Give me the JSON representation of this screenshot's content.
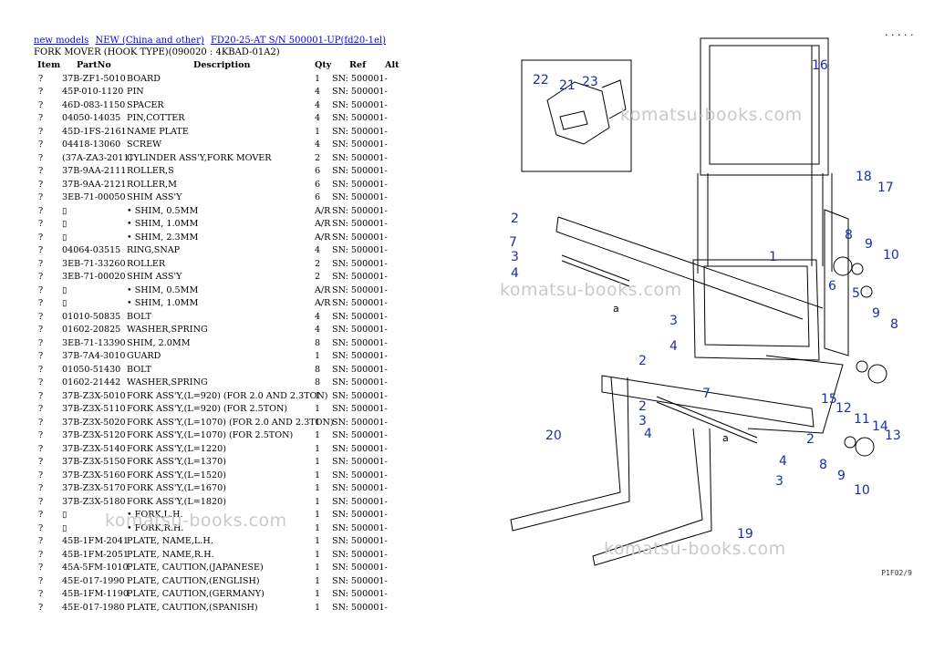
{
  "breadcrumb": {
    "links": [
      "new models",
      "NEW (China and other)",
      "FD20-25-AT S/N 500001-UP(fd20-1el)"
    ]
  },
  "page_title": "FORK MOVER (HOOK TYPE)(090020 : 4KBAD-01A2)",
  "table": {
    "headers": [
      "Item",
      "PartNo",
      "Description",
      "Qty",
      "Ref",
      "Alt"
    ],
    "rows": [
      [
        "?",
        "37B-ZF1-5010",
        "BOARD",
        "1",
        "SN: 500001-",
        ""
      ],
      [
        "?",
        "45P-010-1120",
        "PIN",
        "4",
        "SN: 500001-",
        ""
      ],
      [
        "?",
        "46D-083-1150",
        "SPACER",
        "4",
        "SN: 500001-",
        ""
      ],
      [
        "?",
        "04050-14035",
        "PIN,COTTER",
        "4",
        "SN: 500001-",
        ""
      ],
      [
        "?",
        "45D-1FS-2161",
        "NAME PLATE",
        "1",
        "SN: 500001-",
        ""
      ],
      [
        "?",
        "04418-13060",
        "SCREW",
        "4",
        "SN: 500001-",
        ""
      ],
      [
        "?",
        "(37A-ZA3-2011)",
        "CYLINDER ASS'Y,FORK MOVER",
        "2",
        "SN: 500001-",
        ""
      ],
      [
        "?",
        "37B-9AA-2111",
        "ROLLER,S",
        "6",
        "SN: 500001-",
        ""
      ],
      [
        "?",
        "37B-9AA-2121",
        "ROLLER,M",
        "6",
        "SN: 500001-",
        ""
      ],
      [
        "?",
        "3EB-71-00050",
        "SHIM ASS'Y",
        "6",
        "SN: 500001-",
        ""
      ],
      [
        "?",
        "▯",
        "• SHIM, 0.5MM",
        "A/R",
        "SN: 500001-",
        ""
      ],
      [
        "?",
        "▯",
        "• SHIM, 1.0MM",
        "A/R",
        "SN: 500001-",
        ""
      ],
      [
        "?",
        "▯",
        "• SHIM, 2.3MM",
        "A/R",
        "SN: 500001-",
        ""
      ],
      [
        "?",
        "04064-03515",
        "RING,SNAP",
        "4",
        "SN: 500001-",
        ""
      ],
      [
        "?",
        "3EB-71-33260",
        "ROLLER",
        "2",
        "SN: 500001-",
        ""
      ],
      [
        "?",
        "3EB-71-00020",
        "SHIM ASS'Y",
        "2",
        "SN: 500001-",
        ""
      ],
      [
        "?",
        "▯",
        "• SHIM, 0.5MM",
        "A/R",
        "SN: 500001-",
        ""
      ],
      [
        "?",
        "▯",
        "• SHIM, 1.0MM",
        "A/R",
        "SN: 500001-",
        ""
      ],
      [
        "?",
        "01010-50835",
        "BOLT",
        "4",
        "SN: 500001-",
        ""
      ],
      [
        "?",
        "01602-20825",
        "WASHER,SPRING",
        "4",
        "SN: 500001-",
        ""
      ],
      [
        "?",
        "3EB-71-13390",
        "SHIM, 2.0MM",
        "8",
        "SN: 500001-",
        ""
      ],
      [
        "?",
        "37B-7A4-3010",
        "GUARD",
        "1",
        "SN: 500001-",
        ""
      ],
      [
        "?",
        "01050-51430",
        "BOLT",
        "8",
        "SN: 500001-",
        ""
      ],
      [
        "?",
        "01602-21442",
        "WASHER,SPRING",
        "8",
        "SN: 500001-",
        ""
      ],
      [
        "?",
        "37B-Z3X-5010",
        "FORK ASS'Y,(L=920) (FOR 2.0 AND 2.3TON)",
        "1",
        "SN: 500001-",
        ""
      ],
      [
        "?",
        "37B-Z3X-5110",
        "FORK ASS'Y,(L=920) (FOR 2.5TON)",
        "1",
        "SN: 500001-",
        ""
      ],
      [
        "?",
        "37B-Z3X-5020",
        "FORK ASS'Y,(L=1070) (FOR 2.0 AND 2.3TON)",
        "1",
        "SN: 500001-",
        ""
      ],
      [
        "?",
        "37B-Z3X-5120",
        "FORK ASS'Y,(L=1070) (FOR 2.5TON)",
        "1",
        "SN: 500001-",
        ""
      ],
      [
        "?",
        "37B-Z3X-5140",
        "FORK ASS'Y,(L=1220)",
        "1",
        "SN: 500001-",
        ""
      ],
      [
        "?",
        "37B-Z3X-5150",
        "FORK ASS'Y,(L=1370)",
        "1",
        "SN: 500001-",
        ""
      ],
      [
        "?",
        "37B-Z3X-5160",
        "FORK ASS'Y,(L=1520)",
        "1",
        "SN: 500001-",
        ""
      ],
      [
        "?",
        "37B-Z3X-5170",
        "FORK ASS'Y,(L=1670)",
        "1",
        "SN: 500001-",
        ""
      ],
      [
        "?",
        "37B-Z3X-5180",
        "FORK ASS'Y,(L=1820)",
        "1",
        "SN: 500001-",
        ""
      ],
      [
        "?",
        "▯",
        "• FORK,L.H.",
        "1",
        "SN: 500001-",
        ""
      ],
      [
        "?",
        "▯",
        "• FORK,R.H.",
        "1",
        "SN: 500001-",
        ""
      ],
      [
        "?",
        "45B-1FM-2041",
        "PLATE, NAME,L.H.",
        "1",
        "SN: 500001-",
        ""
      ],
      [
        "?",
        "45B-1FM-2051",
        "PLATE, NAME,R.H.",
        "1",
        "SN: 500001-",
        ""
      ],
      [
        "?",
        "45A-5FM-1010",
        "PLATE, CAUTION,(JAPANESE)",
        "1",
        "SN: 500001-",
        ""
      ],
      [
        "?",
        "45E-017-1990",
        "PLATE, CAUTION,(ENGLISH)",
        "1",
        "SN: 500001-",
        ""
      ],
      [
        "?",
        "45B-1FM-1190",
        "PLATE, CAUTION,(GERMANY)",
        "1",
        "SN: 500001-",
        ""
      ],
      [
        "?",
        "45E-017-1980",
        "PLATE, CAUTION,(SPANISH)",
        "1",
        "SN: 500001-",
        ""
      ]
    ]
  },
  "watermark": "komatsu-books.com",
  "diagram": {
    "callouts": [
      "22",
      "21",
      "23",
      "16",
      "18",
      "17",
      "2",
      "7",
      "3",
      "4",
      "1",
      "8",
      "9",
      "10",
      "6",
      "5",
      "9",
      "8",
      "2",
      "3",
      "4",
      "2",
      "3",
      "4",
      "7",
      "15",
      "12",
      "11",
      "14",
      "13",
      "20",
      "19",
      "2",
      "8",
      "9",
      "10",
      "4",
      "3"
    ],
    "aux_labels": [
      "a",
      "a"
    ],
    "page_code": "P1F02/9",
    "corner_code": "· · · · ·"
  }
}
